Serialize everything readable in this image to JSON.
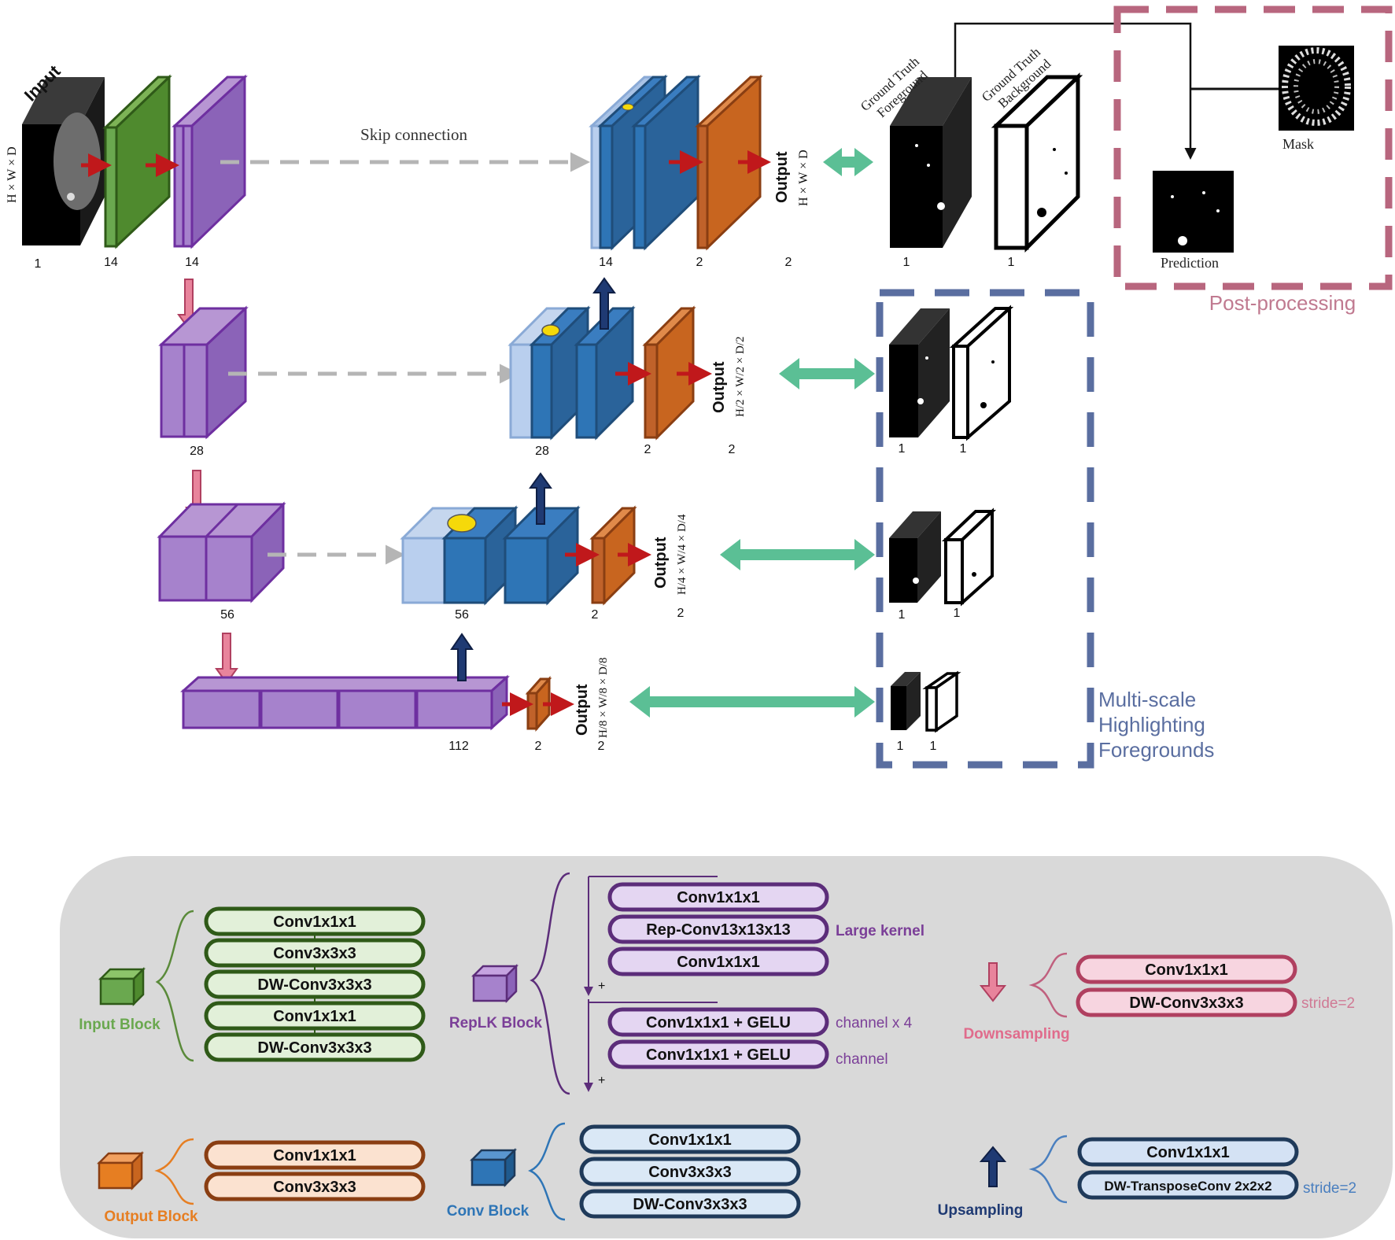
{
  "top": {
    "input_label": "Input",
    "input_dims": "H × W × D",
    "skip_label": "Skip connection",
    "output_label": "Output",
    "output_dims": [
      "H × W × D",
      "H/2 × W/2 × D/2",
      "H/4 × W/4 × D/4",
      "H/8 × W/8 × D/8"
    ],
    "gt_fg_label": "Ground Truth Foreground",
    "gt_bg_label": "Ground Truth Background",
    "mask_label": "Mask",
    "prediction_label": "Prediction",
    "post_label": "Post-processing",
    "multiscale_label": [
      "Multi-scale",
      "Highlighting",
      "Foregrounds"
    ],
    "counts": {
      "row1": [
        "1",
        "14",
        "14",
        "14",
        "2",
        "2",
        "1",
        "1"
      ],
      "row2": [
        "28",
        "28",
        "2",
        "2",
        "1",
        "1"
      ],
      "row3": [
        "56",
        "56",
        "2",
        "2",
        "1",
        "1"
      ],
      "row4": [
        "112",
        "2",
        "2",
        "1",
        "1"
      ]
    }
  },
  "legend": {
    "input_block": {
      "name": "Input Block",
      "color": "#6aa84f",
      "items": [
        "Conv1x1x1",
        "Conv3x3x3",
        "DW-Conv3x3x3",
        "Conv1x1x1",
        "DW-Conv3x3x3"
      ]
    },
    "replk_block": {
      "name": "RepLK Block",
      "color": "#7b3f98",
      "items": [
        "Conv1x1x1",
        "Rep-Conv13x13x13",
        "Conv1x1x1",
        "Conv1x1x1 + GELU",
        "Conv1x1x1 + GELU"
      ],
      "notes": [
        "Large kernel",
        "channel x 4",
        "channel"
      ],
      "plus": "+"
    },
    "downsampling": {
      "name": "Downsampling",
      "color": "#e06c8c",
      "items": [
        "Conv1x1x1",
        "DW-Conv3x3x3"
      ],
      "note": "stride=2"
    },
    "output_block": {
      "name": "Output Block",
      "color": "#e67e22",
      "items": [
        "Conv1x1x1",
        "Conv3x3x3"
      ]
    },
    "conv_block": {
      "name": "Conv Block",
      "color": "#2e75b6",
      "items": [
        "Conv1x1x1",
        "Conv3x3x3",
        "DW-Conv3x3x3"
      ]
    },
    "upsampling": {
      "name": "Upsampling",
      "color": "#1f3a73",
      "items": [
        "Conv1x1x1",
        "DW-TransposeConv 2x2x2"
      ],
      "note": "stride=2"
    }
  }
}
